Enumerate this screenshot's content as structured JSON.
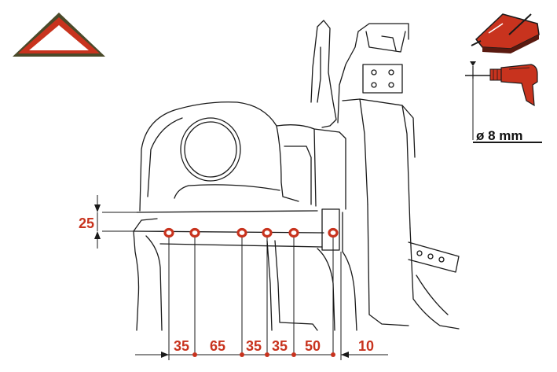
{
  "colors": {
    "line": "#1a1a1a",
    "accent": "#c8331e",
    "warning_fill": "#c8331e",
    "warning_border": "#4a4a2a"
  },
  "icons": {
    "warning": "warning-triangle-icon",
    "tool": "spot-weld-cutter-icon",
    "drill": "power-drill-icon"
  },
  "drill": {
    "label": "ø 8 mm"
  },
  "vertical_dimension": {
    "value": "25"
  },
  "horizontal_dimensions": [
    {
      "value": "35"
    },
    {
      "value": "65"
    },
    {
      "value": "35"
    },
    {
      "value": "35"
    },
    {
      "value": "50"
    },
    {
      "value": "10"
    }
  ]
}
